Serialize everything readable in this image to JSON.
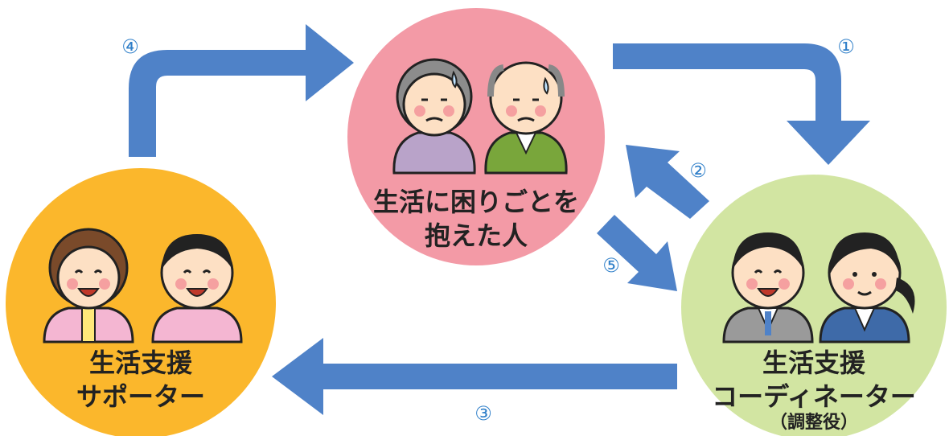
{
  "nodes": {
    "troubled": {
      "line1": "生活に困りごとを",
      "line2": "抱えた人"
    },
    "supporter": {
      "line1": "生活支援",
      "line2": "サポーター"
    },
    "coordinator": {
      "line1": "生活支援",
      "line2": "コーディネーター",
      "sub": "（調整役）"
    }
  },
  "steps": {
    "s1": "①",
    "s2": "②",
    "s3": "③",
    "s4": "④",
    "s5": "⑤"
  },
  "colors": {
    "arrow": "#4f82c8",
    "troubled_circle": "#f39aa6",
    "supporter_circle": "#fbb72c",
    "coordinator_circle": "#d2e5a2",
    "number": "#2f7fc9"
  },
  "icons": [
    "elderly-woman-icon",
    "elderly-man-icon",
    "supporter-woman-icon",
    "supporter-man-icon",
    "coordinator-man-icon",
    "coordinator-woman-icon"
  ]
}
